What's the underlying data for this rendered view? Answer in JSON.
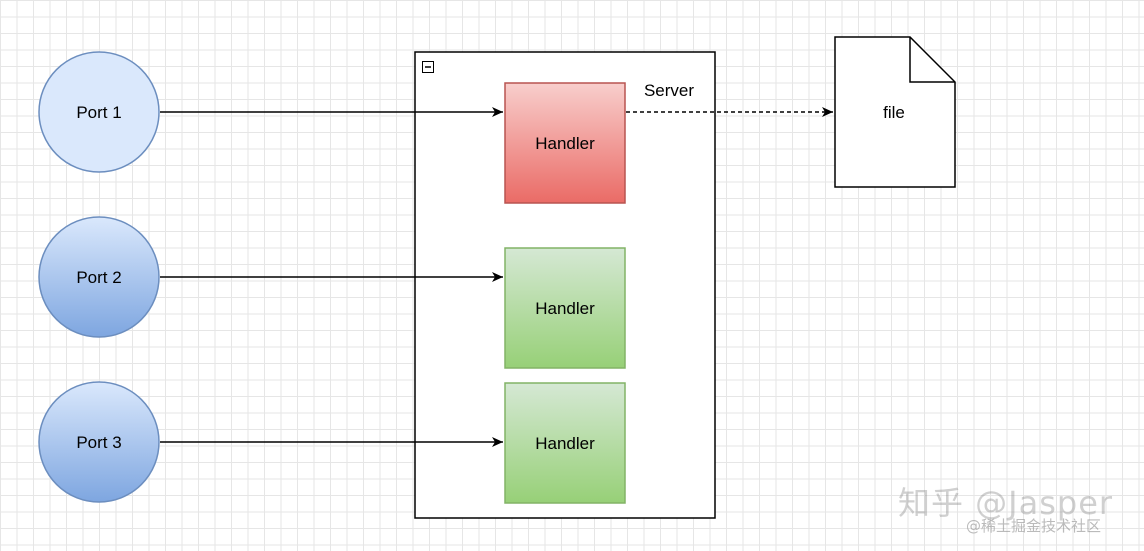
{
  "diagram": {
    "ports": [
      {
        "label": "Port 1"
      },
      {
        "label": "Port 2"
      },
      {
        "label": "Port 3"
      }
    ],
    "server": {
      "label": "Server"
    },
    "handlers": [
      {
        "label": "Handler",
        "color": "#ea6b66"
      },
      {
        "label": "Handler",
        "color": "#97d077"
      },
      {
        "label": "Handler",
        "color": "#97d077"
      }
    ],
    "file": {
      "label": "file"
    }
  },
  "watermark": {
    "main": "知乎 @Jasper",
    "sub": "@稀土掘金技术社区"
  },
  "colors": {
    "port_top_fill": "#dae8fc",
    "port_bottom_fill": "#7ea6e0",
    "port_stroke": "#6c8ebf",
    "handler_red_stroke": "#b85450",
    "handler_green_stroke": "#82b366"
  }
}
